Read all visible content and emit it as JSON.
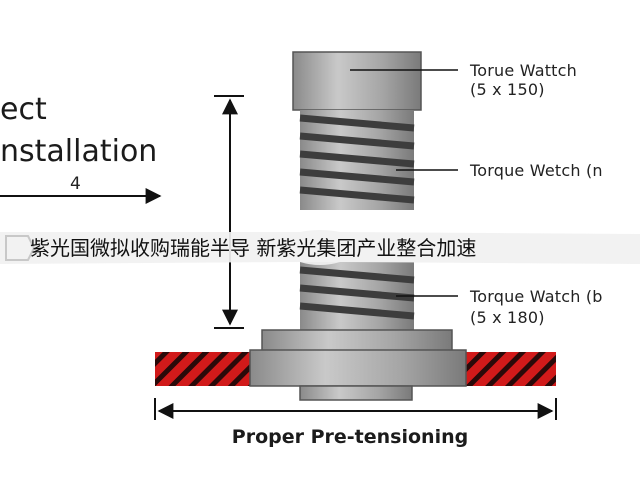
{
  "left_title": {
    "line1": "ect",
    "line2": "nstallation",
    "dimension": "4"
  },
  "callouts": [
    {
      "label": "Torue Wattch",
      "value": "(5 x 150)"
    },
    {
      "label": "Torque Wetch (n",
      "value": ""
    },
    {
      "label": "Torque Watch (b",
      "value": "(5 x 180)"
    }
  ],
  "caption": "紫光国微拟收购瑞能半导 新紫光集团产业整合加速",
  "bottom_label": "Proper Pre-tensioning",
  "colors": {
    "bolt_gray": "#a9a9a9",
    "bolt_dark": "#6e6e6e",
    "plate_red": "#d11a1a",
    "plate_stripe": "#2a0a0a",
    "line": "#111111"
  }
}
